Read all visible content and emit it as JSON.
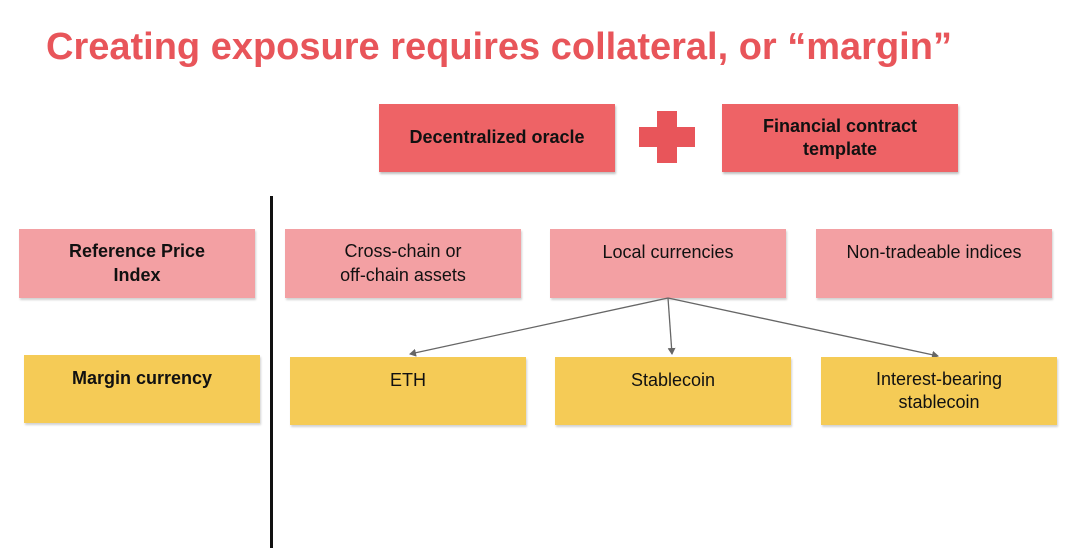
{
  "title": "Creating exposure requires collateral, or “margin”",
  "top": {
    "oracle": "Decentralized oracle",
    "contract": "Financial contract\ntemplate"
  },
  "rows": {
    "reference_label": "Reference Price\nIndex",
    "reference_items": [
      "Cross-chain or\noff-chain assets",
      "Local currencies",
      "Non-tradeable indices"
    ],
    "margin_label": "Margin currency",
    "margin_items": [
      "ETH",
      "Stablecoin",
      "Interest-bearing\nstablecoin"
    ]
  },
  "colors": {
    "accent": "#e8555a",
    "red_box": "#ee6366",
    "pink_box": "#f3a0a3",
    "yellow_box": "#f5cb56"
  },
  "icons": [
    "plus-icon",
    "arrow-icon"
  ]
}
